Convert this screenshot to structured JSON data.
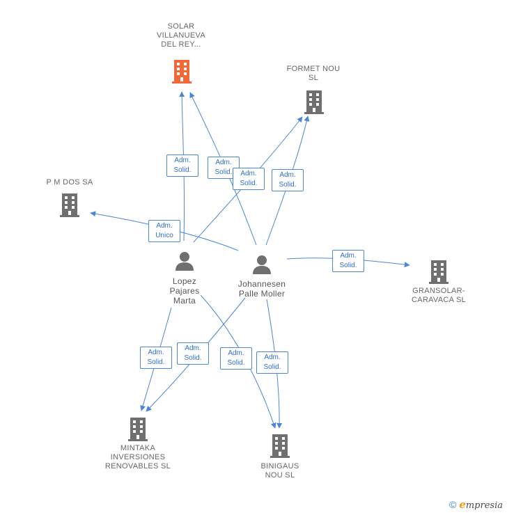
{
  "colors": {
    "edge": "#4a86d6",
    "company_icon": "#6f6f6f",
    "highlight_icon": "#f26836",
    "person_icon": "#6f6f6f"
  },
  "companies": {
    "solar": {
      "label": "SOLAR\nVILLANUEVA\nDEL REY...",
      "icon": "building-icon",
      "highlight": true
    },
    "formet": {
      "label": "FORMET NOU\nSL",
      "icon": "building-icon"
    },
    "pmdos": {
      "label": "P M DOS SA",
      "icon": "building-icon"
    },
    "gransolar": {
      "label": "GRANSOLAR-\nCARAVACA SL",
      "icon": "building-icon"
    },
    "mintaka": {
      "label": "MINTAKA\nINVERSIONES\nRENOVABLES SL",
      "icon": "building-icon"
    },
    "binigaus": {
      "label": "BINIGAUS\nNOU SL",
      "icon": "building-icon"
    }
  },
  "persons": {
    "lopez": {
      "label": "Lopez\nPajares\nMarta",
      "icon": "person-icon"
    },
    "johannesen": {
      "label": "Johannesen\nPalle Moller",
      "icon": "person-icon"
    }
  },
  "relations": [
    {
      "from": "lopez",
      "to": "solar",
      "label": "Adm.\nSolid."
    },
    {
      "from": "johannesen",
      "to": "solar",
      "label": "Adm.\nSolid."
    },
    {
      "from": "lopez",
      "to": "formet",
      "label": "Adm.\nSolid."
    },
    {
      "from": "johannesen",
      "to": "formet",
      "label": "Adm.\nSolid."
    },
    {
      "from": "johannesen",
      "to": "pmdos",
      "label": "Adm.\nUnico"
    },
    {
      "from": "johannesen",
      "to": "gransolar",
      "label": "Adm.\nSolid."
    },
    {
      "from": "lopez",
      "to": "mintaka",
      "label": "Adm.\nSolid."
    },
    {
      "from": "johannesen",
      "to": "mintaka",
      "label": "Adm.\nSolid."
    },
    {
      "from": "lopez",
      "to": "binigaus",
      "label": "Adm.\nSolid."
    },
    {
      "from": "johannesen",
      "to": "binigaus",
      "label": "Adm.\nSolid."
    }
  ],
  "footer": {
    "copyright": "©",
    "brand_initial": "e",
    "brand_rest": "mpresia"
  }
}
